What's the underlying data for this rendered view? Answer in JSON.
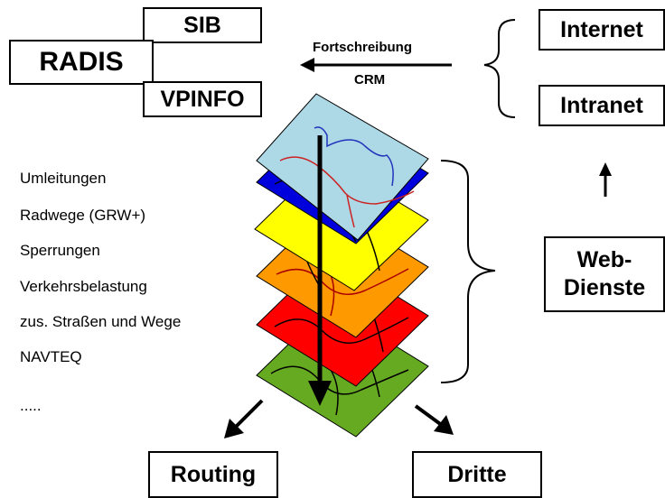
{
  "boxes": {
    "sib": "SIB",
    "radis": "RADIS",
    "vpinfo": "VPINFO",
    "internet": "Internet",
    "intranet": "Intranet",
    "web_dienste": "Web-\nDienste",
    "routing": "Routing",
    "dritte": "Dritte"
  },
  "arrow_labels": {
    "fortschreibung": "Fortschreibung",
    "crm": "CRM"
  },
  "layers": [
    {
      "name": "Umleitungen",
      "color": "#add8e6"
    },
    {
      "name": "Radwege (GRW+)",
      "color": "#0000dd"
    },
    {
      "name": "Sperrungen",
      "color": "#ffff00"
    },
    {
      "name": "Verkehrsbelastung",
      "color": "#ff9900"
    },
    {
      "name": "zus. Straßen und Wege",
      "color": "#ff0000"
    },
    {
      "name": "NAVTEQ",
      "color": "#66aa22"
    },
    {
      "name": "....."
    }
  ]
}
